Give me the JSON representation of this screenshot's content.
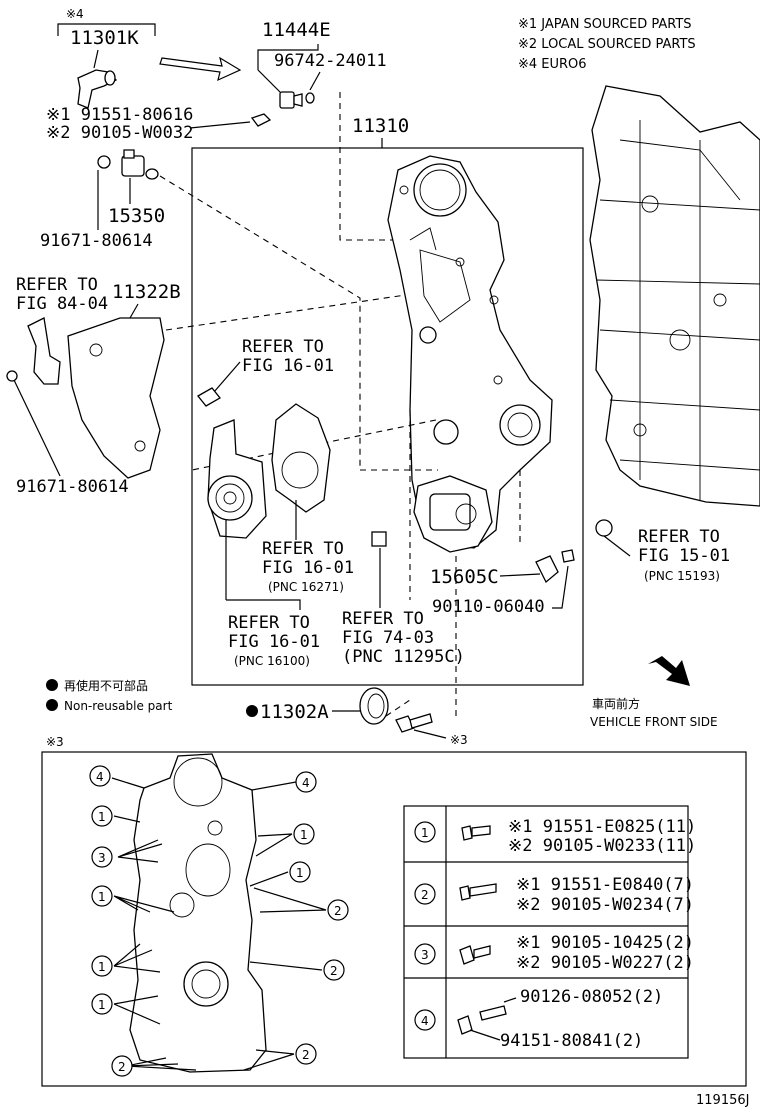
{
  "notes": {
    "japan": "※1 JAPAN SOURCED PARTS",
    "local": "※2 LOCAL SOURCED PARTS",
    "euro6": "※4 EURO6"
  },
  "labels": {
    "mark4": "※4",
    "p11301K": "11301K",
    "p11444E": "11444E",
    "p96742": "96742-24011",
    "p91551_80616": "※1 91551-80616",
    "p90105_W0032": "※2 90105-W0032",
    "p11310": "11310",
    "p15350": "15350",
    "p91671_a": "91671-80614",
    "refer_84_l1": "REFER TO",
    "refer_84_l2": "FIG 84-04",
    "p11322B": "11322B",
    "refer_1601a_l1": "REFER TO",
    "refer_1601a_l2": "FIG 16-01",
    "p91671_b": "91671-80614",
    "refer_16271_l1": "REFER TO",
    "refer_16271_l2": "FIG 16-01",
    "refer_16271_l3": "(PNC 16271)",
    "refer_16100_l1": "REFER TO",
    "refer_16100_l2": "FIG 16-01",
    "refer_16100_l3": "(PNC 16100)",
    "refer_7403_l1": "REFER TO",
    "refer_7403_l2": "FIG 74-03",
    "refer_7403_l3": "(PNC 11295C)",
    "p15605C": "15605C",
    "p90110": "90110-06040",
    "refer_1501_l1": "REFER TO",
    "refer_1501_l2": "FIG 15-01",
    "refer_1501_l3": "(PNC 15193)",
    "legend_jp": "再使用不可部品",
    "legend_en": "Non-reusable part",
    "p11302A": "11302A",
    "front_jp": "車両前方",
    "front_en": "VEHICLE FRONT SIDE",
    "mark3_bolt": "※3",
    "mark3_box": "※3",
    "fig_id": "119156J"
  },
  "callouts": [
    "1",
    "2",
    "3",
    "4"
  ],
  "bolt_table": [
    {
      "no": "1",
      "a": "※1 91551-E0825(11)",
      "b": "※2 90105-W0233(11)"
    },
    {
      "no": "2",
      "a": "※1 91551-E0840(7)",
      "b": "※2 90105-W0234(7)"
    },
    {
      "no": "3",
      "a": "※1 90105-10425(2)",
      "b": "※2 90105-W0227(2)"
    },
    {
      "no": "4",
      "a": "90126-08052(2)",
      "b": "94151-80841(2)"
    }
  ]
}
